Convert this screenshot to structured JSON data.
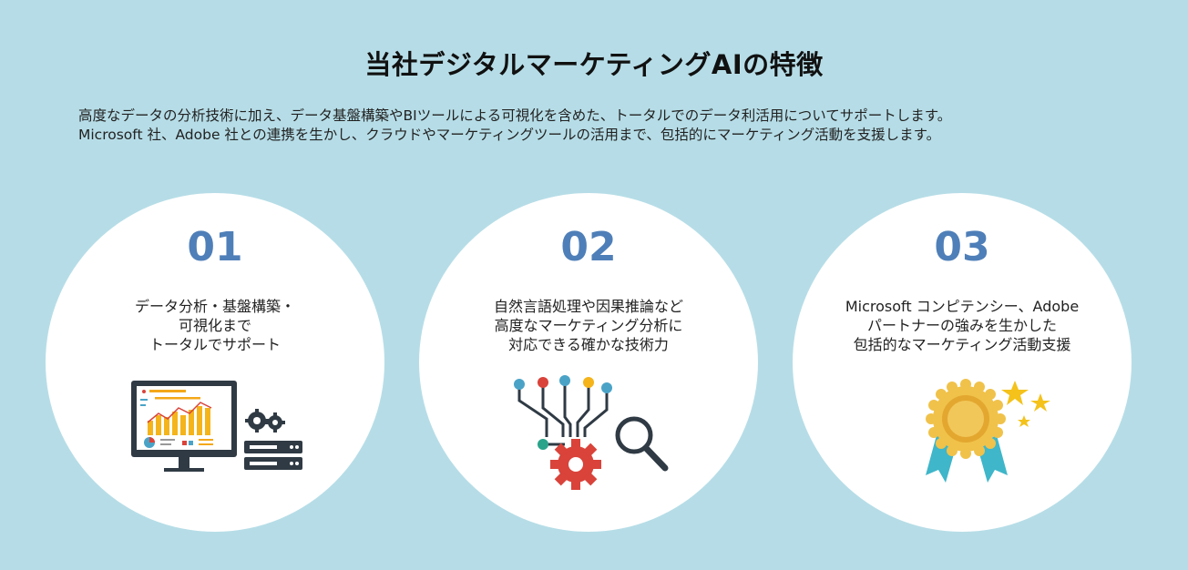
{
  "header": {
    "title": "当社デジタルマーケティングAIの特徴",
    "intro_line1": "高度なデータの分析技術に加え、データ基盤構築やBIツールによる可視化を含めた、トータルでのデータ利活用についてサポートします。",
    "intro_line2": "Microsoft 社、Adobe 社との連携を生かし、クラウドやマーケティングツールの活用まで、包括的にマーケティング活動を支援します。"
  },
  "features": [
    {
      "number": "01",
      "lines": [
        "データ分析・基盤構築・",
        "可視化まで",
        "トータルでサポート"
      ],
      "icon": "dashboard-server-icon"
    },
    {
      "number": "02",
      "lines": [
        "自然言語処理や因果推論など",
        "高度なマーケティング分析に",
        "対応できる確かな技術力"
      ],
      "icon": "network-gear-search-icon"
    },
    {
      "number": "03",
      "lines": [
        "Microsoft コンピテンシー、Adobe",
        "パートナーの強みを生かした",
        "包括的なマーケティング活動支援"
      ],
      "icon": "award-medal-icon"
    }
  ],
  "colors": {
    "background": "#b6dde7",
    "number": "#4f7fb8",
    "gear_red": "#d9433a",
    "star_yellow": "#f4c21a"
  }
}
